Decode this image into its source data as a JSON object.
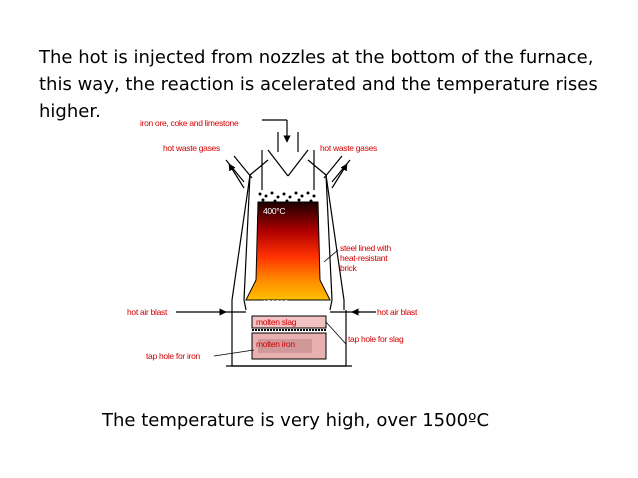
{
  "slide": {
    "intro_text": "The hot is injected from nozzles at the bottom of the furnace, this way, the reaction is acelerated and the temperature rises higher.",
    "footer_text": "The temperature is very high, over 1500ºC"
  },
  "diagram": {
    "labels": {
      "top_input": "iron ore, coke and limestone",
      "waste_left": "hot waste gases",
      "waste_right": "hot waste gases",
      "temp_top": "400°C",
      "lining": [
        "steel lined with",
        "heat-resistant",
        "brick"
      ],
      "temp_bottom": "1800°C",
      "air_left": "hot air blast",
      "air_right": "hot air blast",
      "slag": "molten slag",
      "iron": "molten iron",
      "tap_slag": "tap hole for slag",
      "tap_iron": "tap hole for iron"
    },
    "colors": {
      "label_red": "#d40000",
      "hot_core": "#ffb000",
      "cool_core": "#200000",
      "iron_pool": "#e8b0b0"
    }
  }
}
